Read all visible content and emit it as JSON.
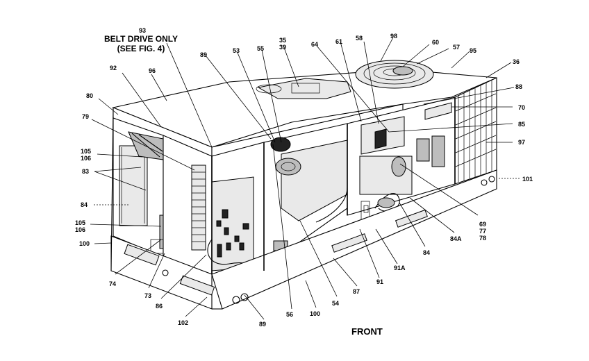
{
  "note": {
    "line1": "BELT DRIVE ONLY",
    "line2": "(SEE FIG. 4)"
  },
  "front_label": "FRONT",
  "callouts": {
    "c93": "93",
    "c92": "92",
    "c96": "96",
    "c80": "80",
    "c79": "79",
    "c105a": "105",
    "c106a": "106",
    "c83": "83",
    "c84a": "84",
    "c105b": "105",
    "c106b": "106",
    "c100a": "100",
    "c74": "74",
    "c73": "73",
    "c86": "86",
    "c102": "102",
    "c89a": "89",
    "c56": "56",
    "c100b": "100",
    "c54": "54",
    "c87": "87",
    "c91": "91",
    "c91a": "91A",
    "c84b": "84",
    "c84c": "84A",
    "c69": "69",
    "c77": "77",
    "c78": "78",
    "c101": "101",
    "c97": "97",
    "c85": "85",
    "c70": "70",
    "c88": "88",
    "c36": "36",
    "c95": "95",
    "c57": "57",
    "c60": "60",
    "c98": "98",
    "c58": "58",
    "c61": "61",
    "c64": "64",
    "c35": "35",
    "c39": "39",
    "c55": "55",
    "c53": "53",
    "c89b": "89"
  }
}
